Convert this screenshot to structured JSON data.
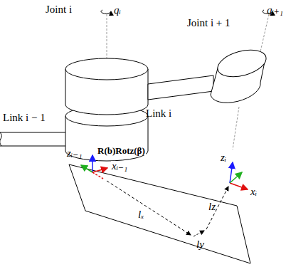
{
  "diagram": {
    "labels": [
      "Joint i",
      "qᵢ",
      "Joint i + 1",
      "qᵢ₊₁",
      "Link i − 1",
      "Link i",
      "zᵢ₋₁",
      "R(b)Rotz(β)",
      "xᵢ₋₁",
      "zᵢ",
      "xᵢ",
      "lₓ",
      "ly",
      "lz"
    ]
  }
}
